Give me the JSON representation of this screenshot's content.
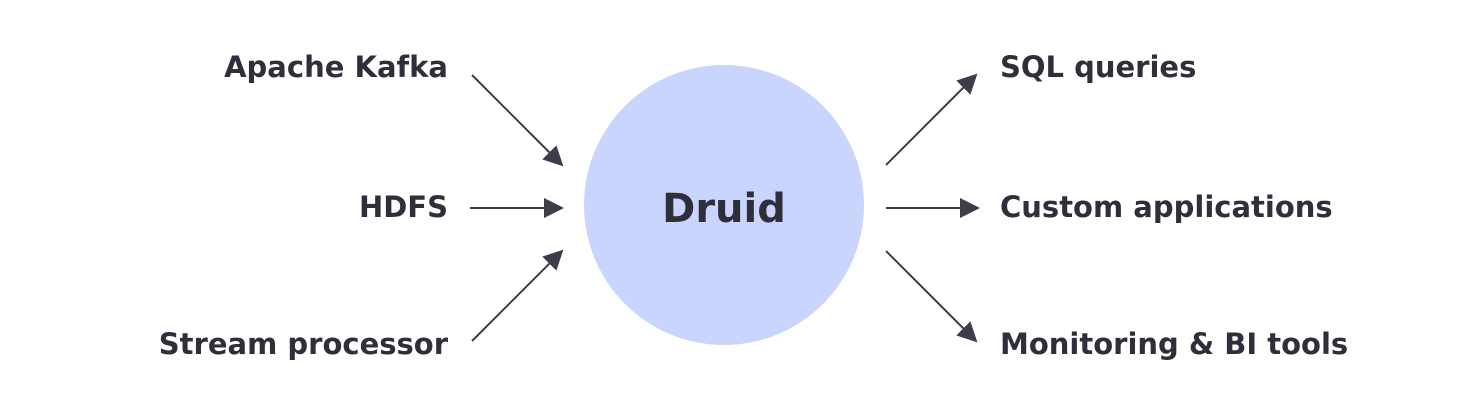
{
  "diagram": {
    "center": {
      "label": "Druid",
      "fill_color": "#cad5fd"
    },
    "inputs": [
      {
        "label": "Apache Kafka"
      },
      {
        "label": "HDFS"
      },
      {
        "label": "Stream processor"
      }
    ],
    "outputs": [
      {
        "label": "SQL queries"
      },
      {
        "label": "Custom applications"
      },
      {
        "label": "Monitoring & BI tools"
      }
    ],
    "text_color": "#2f2e3b",
    "arrow_color": "#3d3c4b"
  }
}
